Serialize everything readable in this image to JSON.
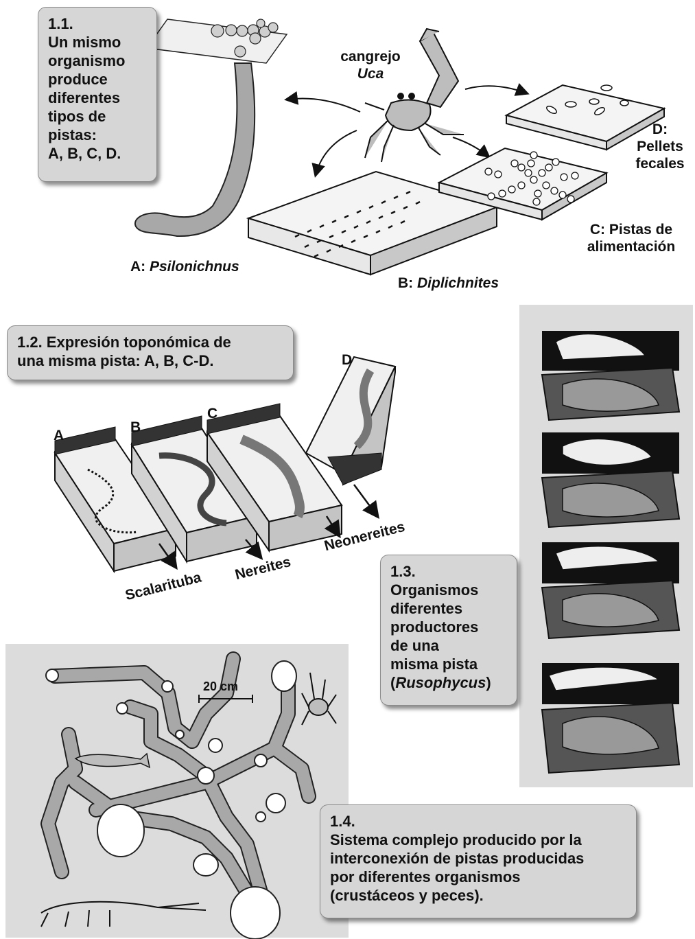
{
  "section_1_1": {
    "lines": [
      "1.1.",
      "Un mismo",
      "organismo",
      "produce",
      "diferentes",
      "tipos de",
      "pistas:",
      "A, B, C, D."
    ],
    "label_a_prefix": "A: ",
    "label_a_name": "Psilonichnus",
    "label_b_prefix": "B: ",
    "label_b_name": "Diplichnites",
    "label_c_line1": "C: Pistas de",
    "label_c_line2": "alimentación",
    "label_d_line1": "D:",
    "label_d_line2": "Pellets",
    "label_d_line3": "fecales",
    "crab_line1": "cangrejo",
    "crab_line2": "Uca"
  },
  "section_1_2": {
    "lines": [
      "1.2.  Expresión toponómica de",
      "una misma pista: A, B, C-D."
    ],
    "block_letters": [
      "A",
      "B",
      "C",
      "D"
    ],
    "trace_names": [
      "Scalarituba",
      "Nereites",
      "Neonereites"
    ]
  },
  "section_1_3": {
    "lines": [
      "1.3.",
      "Organismos",
      "diferentes",
      "productores",
      "de una",
      "misma pista"
    ],
    "paren_open": "(",
    "name": "Rusophycus",
    "paren_close": ")"
  },
  "section_1_4": {
    "lines": [
      "1.4.",
      "Sistema complejo producido por la",
      "interconexión de pistas producidas",
      "por diferentes organismos",
      "(crustáceos y peces)."
    ],
    "scale_label": "20 cm"
  },
  "colors": {
    "callout_bg": "#d6d6d6",
    "panel_bg": "#dcdcdc",
    "burrow_fill": "#a8a8a8"
  }
}
